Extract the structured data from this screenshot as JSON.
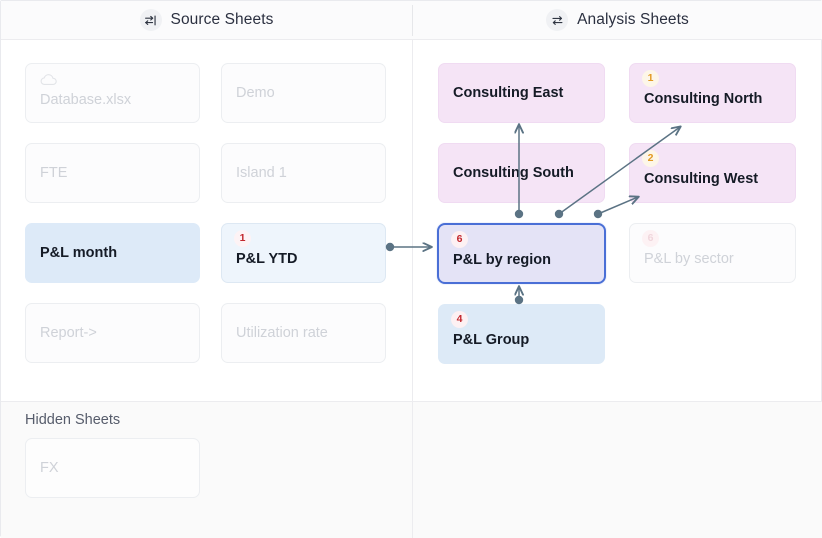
{
  "header": {
    "columns": [
      {
        "icon": "export-arrow-icon",
        "icon_glyph": "⇥",
        "title": "Source Sheets"
      },
      {
        "icon": "exchange-arrows-icon",
        "icon_glyph": "⇄",
        "title": "Analysis Sheets"
      }
    ]
  },
  "colors": {
    "source_blue": "#ddeaf8",
    "analysis_plum": "#f5e4f6",
    "analysis_blue": "#ddeaf7",
    "selected_fill": "#e4e3f6",
    "selected_border": "#4a6fd6",
    "badge_red": "#c2272d",
    "badge_amber": "#e39a22",
    "edge_line": "#5b7384",
    "ghost_text": "#cfd2d8",
    "panel_bg": "#ffffff",
    "hidden_bg": "#fafafa"
  },
  "source_sheets": {
    "cards": [
      {
        "label": "Database.xlsx",
        "state": "ghost",
        "badge": null,
        "icon": "cloud-icon"
      },
      {
        "label": "Demo",
        "state": "ghost",
        "badge": null,
        "icon": null
      },
      {
        "label": "FTE",
        "state": "ghost",
        "badge": null,
        "icon": null
      },
      {
        "label": "Island 1",
        "state": "ghost",
        "badge": null,
        "icon": null
      },
      {
        "label": "P&L month",
        "state": "blue",
        "badge": null,
        "icon": null
      },
      {
        "label": "P&L YTD",
        "state": "blue-lite",
        "badge": "1",
        "icon": null
      },
      {
        "label": "Report->",
        "state": "ghost",
        "badge": null,
        "icon": null
      },
      {
        "label": "Utilization rate",
        "state": "ghost",
        "badge": null,
        "icon": null
      }
    ]
  },
  "analysis_sheets": {
    "cards": [
      {
        "label": "Consulting East",
        "state": "plum",
        "badge": null
      },
      {
        "label": "Consulting North",
        "state": "plum",
        "badge": "1"
      },
      {
        "label": "Consulting South",
        "state": "plum",
        "badge": null
      },
      {
        "label": "Consulting West",
        "state": "plum",
        "badge": "2"
      },
      {
        "label": "P&L by region",
        "state": "selected",
        "badge": "6"
      },
      {
        "label": "P&L by sector",
        "state": "ghost",
        "badge": "6"
      },
      {
        "label": "P&L Group",
        "state": "lblue",
        "badge": "4"
      }
    ]
  },
  "hidden_sheets": {
    "title": "Hidden Sheets",
    "cards": [
      {
        "label": "FX",
        "state": "ghost",
        "badge": null
      }
    ]
  },
  "connections": [
    {
      "from": "P&L YTD",
      "to": "P&L by region",
      "kind": "horizontal-arrow"
    },
    {
      "from": "P&L by region",
      "to": "Consulting East",
      "kind": "vertical-arrow"
    },
    {
      "from": "P&L by region",
      "to": "Consulting North",
      "kind": "diagonal-arrow"
    },
    {
      "from": "P&L by region",
      "to": "Consulting West",
      "kind": "diagonal-arrow"
    },
    {
      "from": "P&L Group",
      "to": "P&L by region",
      "kind": "vertical-arrow"
    }
  ]
}
